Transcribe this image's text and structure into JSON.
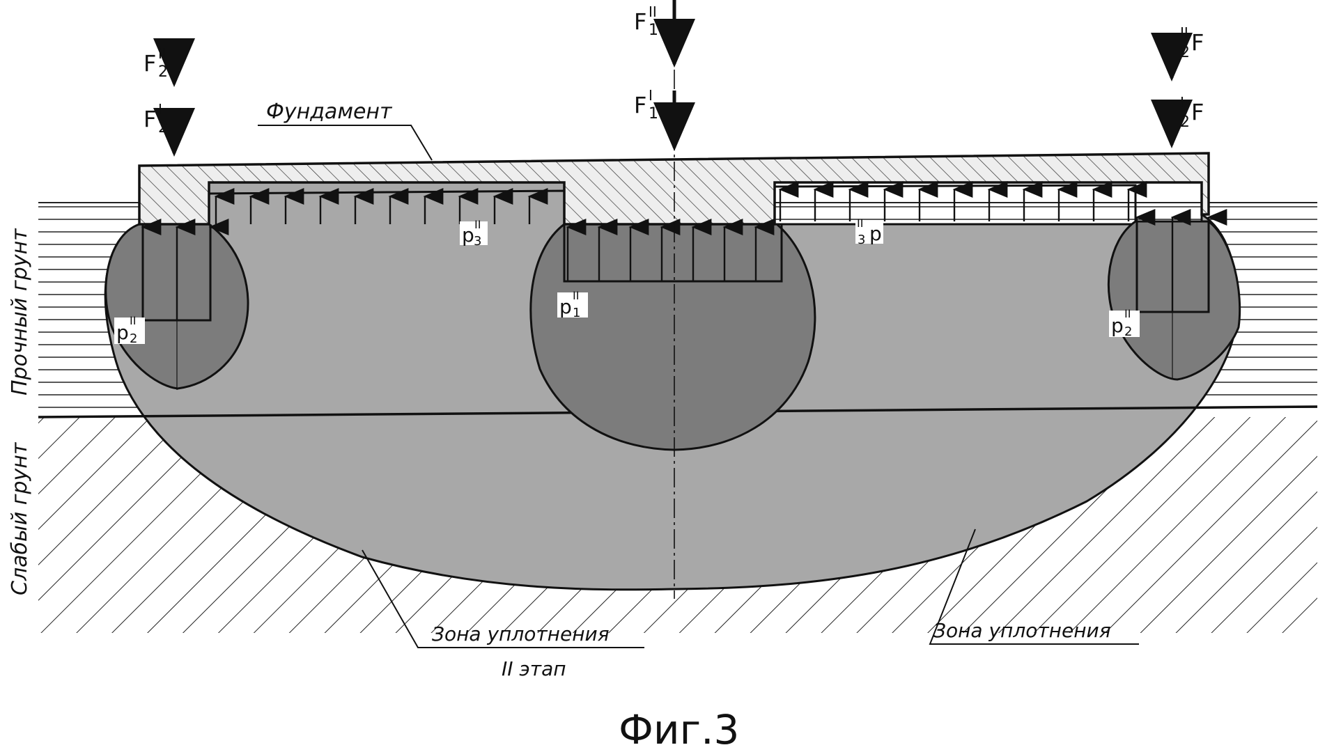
{
  "labels": {
    "foundation": "Фундамент",
    "strong_soil": "Прочный грунт",
    "weak_soil": "Слабый грунт",
    "zone_left_line1": "Зона уплотнения",
    "zone_left_line2": "II этап",
    "zone_right": "Зона уплотнения",
    "figure_caption": "Фиг.3"
  },
  "forces": {
    "f2_left_top": {
      "base": "F",
      "sub": "2",
      "sup": "II"
    },
    "f2_left_bot": {
      "base": "F",
      "sub": "2",
      "sup": "I"
    },
    "f1_top": {
      "base": "F",
      "sub": "1",
      "sup": "II"
    },
    "f1_bot": {
      "base": "F",
      "sub": "1",
      "sup": "I"
    },
    "f2_right_top": {
      "base": "F",
      "sub": "2",
      "sup": "II"
    },
    "f2_right_bot": {
      "base": "F",
      "sub": "2",
      "sup": "I"
    }
  },
  "pressures": {
    "p3_left": {
      "base": "p",
      "sub": "3",
      "sup": "II"
    },
    "p3_right": {
      "base": "p",
      "sub": "3",
      "sup": "II"
    },
    "p1": {
      "base": "p",
      "sub": "1",
      "sup": "II"
    },
    "p2_left": {
      "base": "p",
      "sub": "2",
      "sup": "II"
    },
    "p2_right": {
      "base": "p",
      "sub": "2",
      "sup": "II"
    }
  },
  "colors": {
    "background": "#ffffff",
    "ink": "#111111",
    "zone_light": "#a9a9a9",
    "zone_dark": "#7e7e7e",
    "foundation_fill": "#e6e6e6"
  }
}
